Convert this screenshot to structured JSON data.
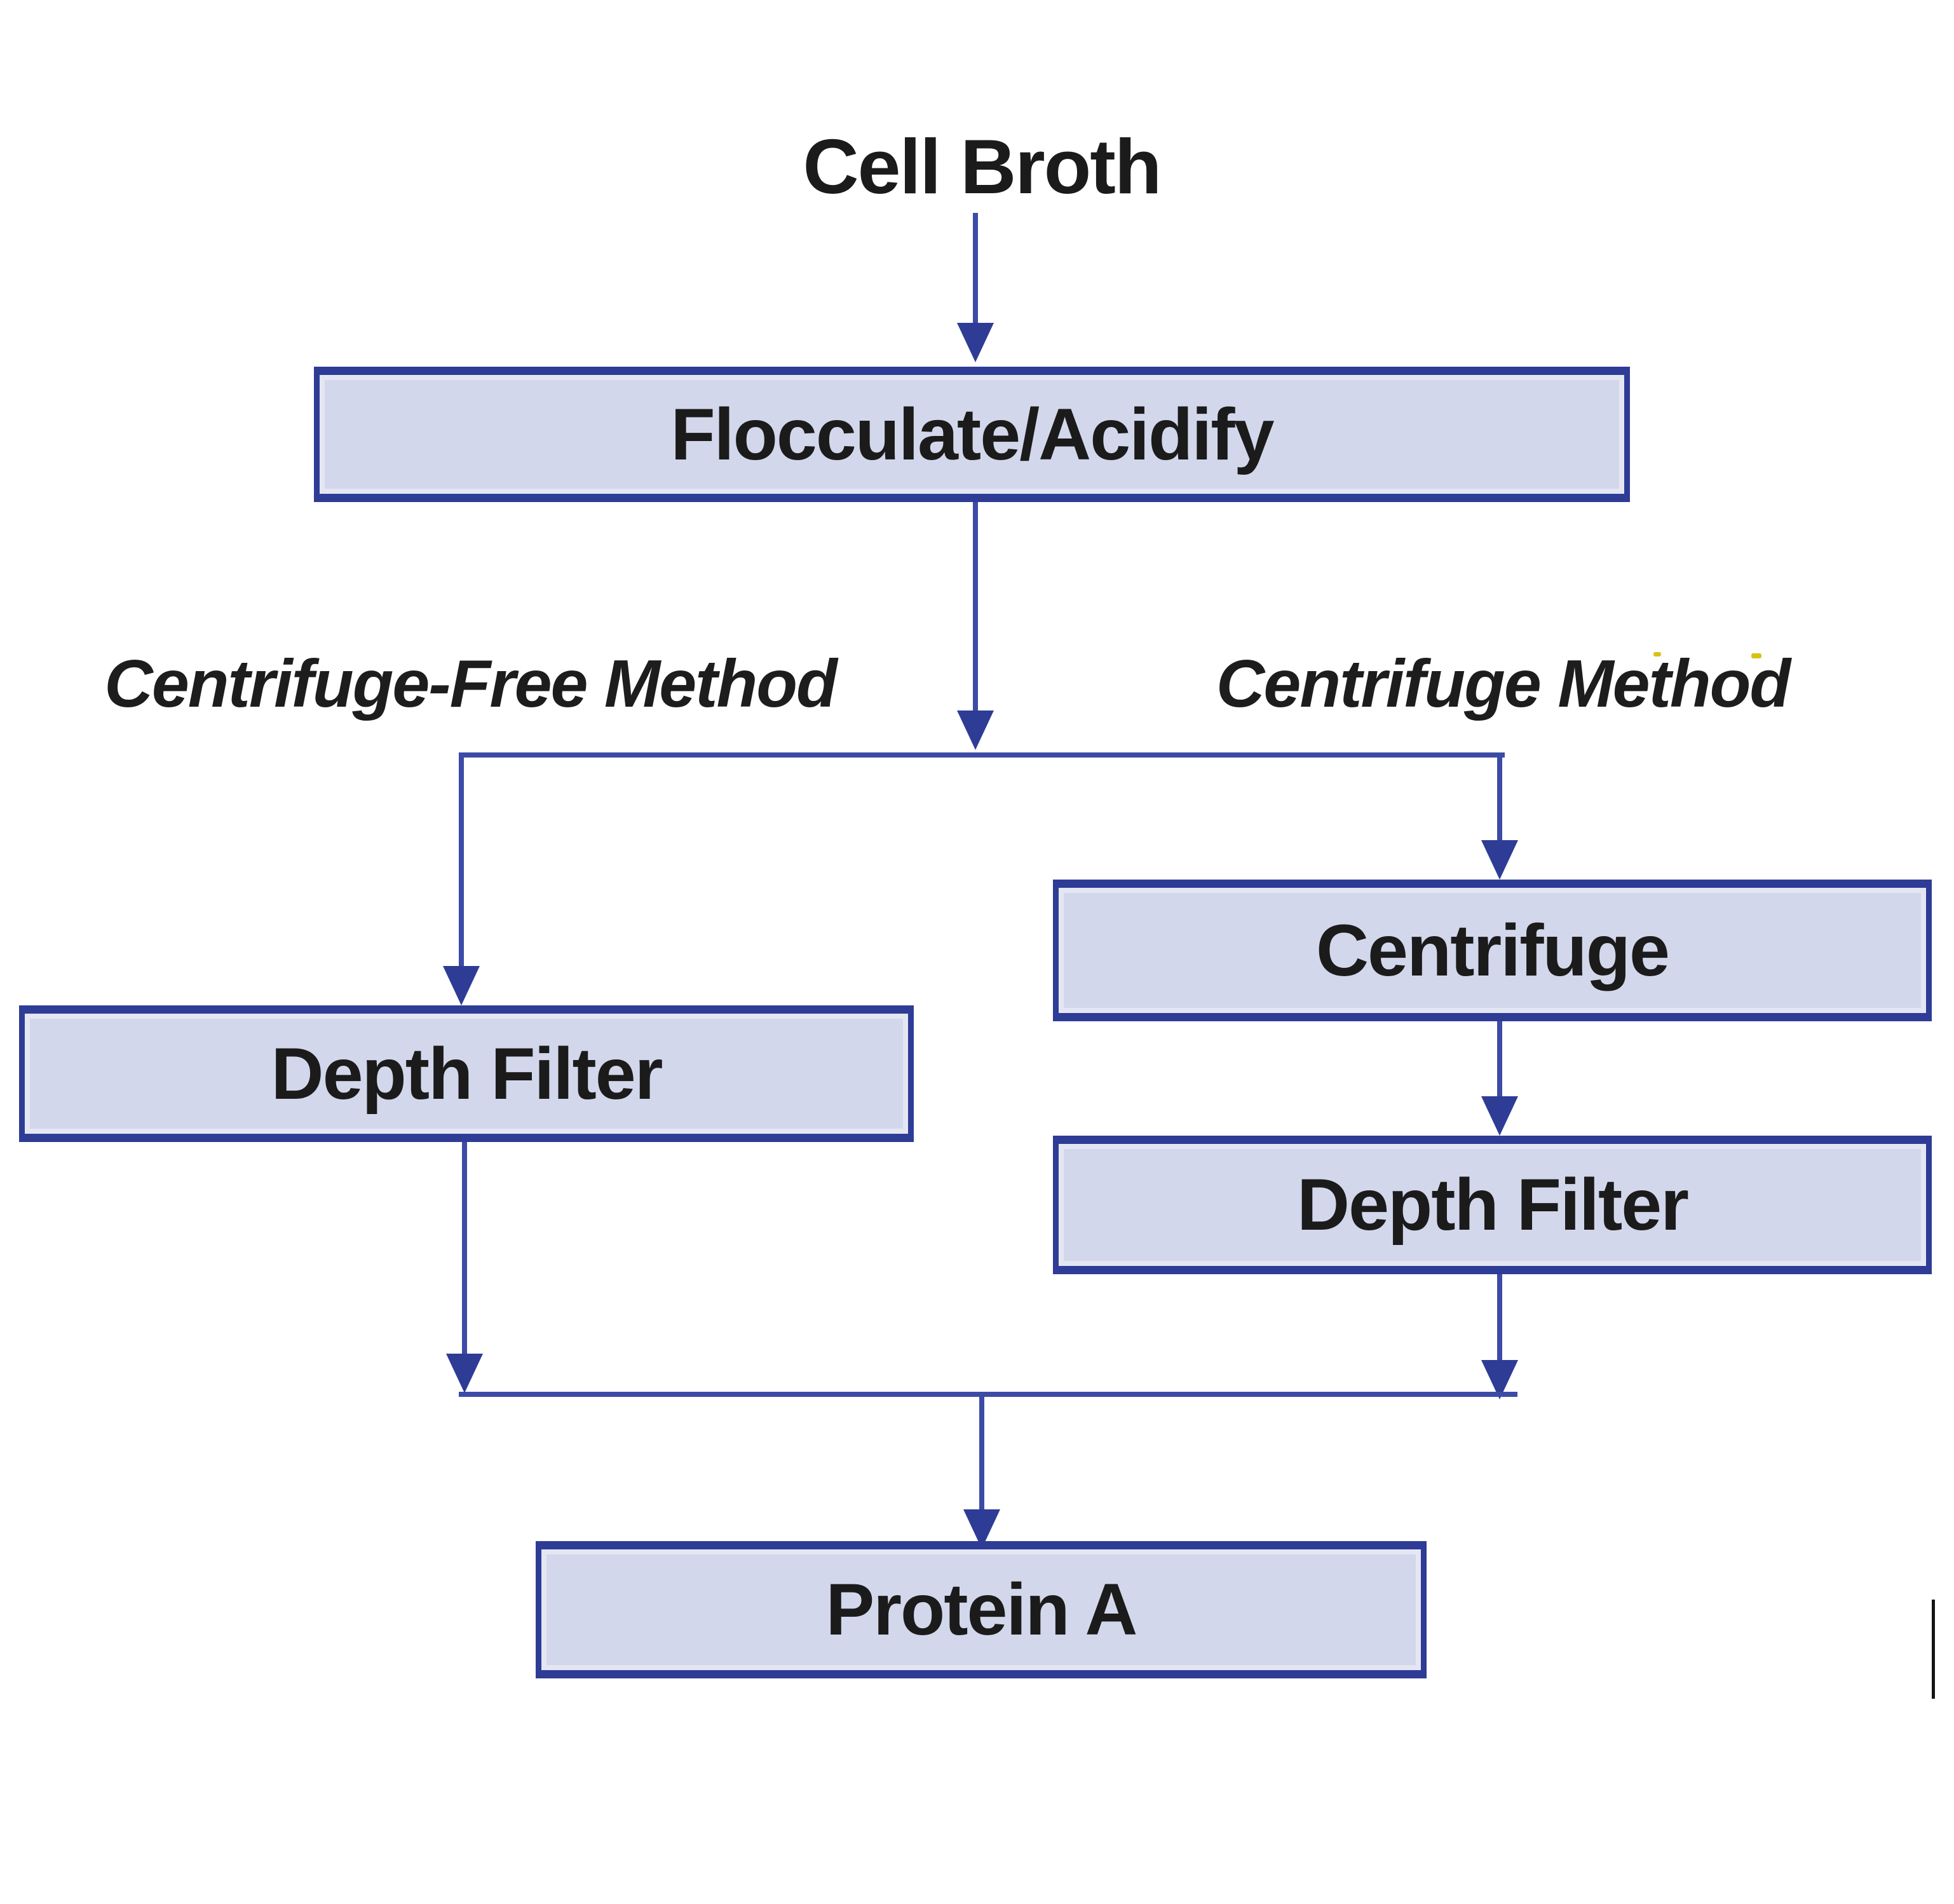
{
  "diagram": {
    "title": "Cell Broth",
    "branch_labels": {
      "left": "Centrifuge-Free Method",
      "right": "Centrifuge Method"
    },
    "nodes": {
      "flocculate": "Flocculate/Acidify",
      "centrifuge": "Centrifuge",
      "depth_filter_left": "Depth Filter",
      "depth_filter_right": "Depth Filter",
      "protein_a": "Protein A"
    },
    "colors": {
      "box_fill": "#d3d7eb",
      "box_border": "#2e3c96",
      "connector_line": "#3c4ba5",
      "arrowhead": "#2e3c96",
      "text": "#1b1b1b",
      "artifact_yellow": "#d8c216",
      "artifact_black": "#141414",
      "background": "#ffffff"
    }
  }
}
